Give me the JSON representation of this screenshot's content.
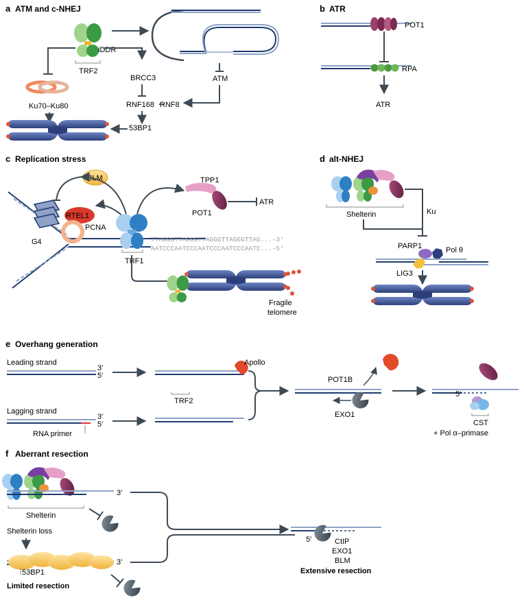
{
  "panels": {
    "a": {
      "letter": "a",
      "title": "ATM and c-NHEJ",
      "labels": {
        "iddr": "iDDR",
        "trf2": "TRF2",
        "brcc3": "BRCC3",
        "atm": "ATM",
        "ku": "Ku70–Ku80",
        "rnf168": "RNF168",
        "rnf8": "RNF8",
        "bp53": "53BP1"
      }
    },
    "b": {
      "letter": "b",
      "title": "ATR",
      "labels": {
        "pot1": "POT1",
        "rpa": "RPA",
        "atr": "ATR"
      }
    },
    "c": {
      "letter": "c",
      "title": "Replication stress",
      "labels": {
        "blm": "BLM",
        "tpp1": "TPP1",
        "atr": "ATR",
        "pot1": "POT1",
        "rtel1": "RTEL1",
        "pcna": "PCNA",
        "g4": "G4",
        "trf1": "TRF1",
        "fragile1": "Fragile",
        "fragile2": "telomere"
      },
      "seq_top": "TTAGGGTTAGGGTTAGGGTTAGGGTTAG...–3′",
      "seq_bottom": "AATCCCAATCCCAATCCCAATCCCAATC...–5′"
    },
    "d": {
      "letter": "d",
      "title": "alt-NHEJ",
      "labels": {
        "shelterin": "Shelterin",
        "ku": "Ku",
        "parp1": "PARP1",
        "polt": "Pol θ",
        "lig3": "LIG3"
      }
    },
    "e": {
      "letter": "e",
      "title": "Overhang generation",
      "labels": {
        "leading": "Leading strand",
        "lagging": "Lagging strand",
        "rna": "RNA primer",
        "three1": "3′",
        "five1": "5′",
        "three2": "3′",
        "five2": "5′",
        "apollo": "Apollo",
        "trf2": "TRF2",
        "pot1b": "POT1B",
        "exo1": "EXO1",
        "five3": "5′",
        "cst": "CST",
        "pola": "+ Pol α–primase"
      }
    },
    "f": {
      "letter": "f",
      "title": "Aberrant resection",
      "labels": {
        "three1": "3′",
        "shelterin": "Shelterin",
        "loss": "Shelterin loss",
        "three2": "3’",
        "bp53": "53BP1",
        "limited": "Limited resection",
        "five": "5′",
        "ctip": "CtIP",
        "exo1": "EXO1",
        "blm": "BLM",
        "extensive": "Extensive resection"
      }
    }
  },
  "colors": {
    "dna_dark": "#1e3a6e",
    "dna_light": "#8ea2c8",
    "arrow": "#3d4a55",
    "trf2_green": "#43a047",
    "trf1_blue": "#3d8fd0",
    "pot1_purple": "#7b2a55",
    "ku_orange": "#f08a5d",
    "chromosome": "#3a4f8e",
    "rtel1_red": "#d93a2b",
    "blm_yellow": "#f6c23e",
    "rpa_green": "#4a9a3e",
    "exo1_grey": "#4a5560",
    "apollo_red": "#e24a2a",
    "cst_blue": "#76b6e6",
    "bp53_yellow": "#f4c95d"
  },
  "icons": [
    "chromosome-icon",
    "trf2-protein-icon",
    "trf1-protein-icon",
    "pot1-protein-icon",
    "ku-ring-icon",
    "shelterin-complex-icon",
    "nuclease-icon",
    "g-quadruplex-icon"
  ]
}
